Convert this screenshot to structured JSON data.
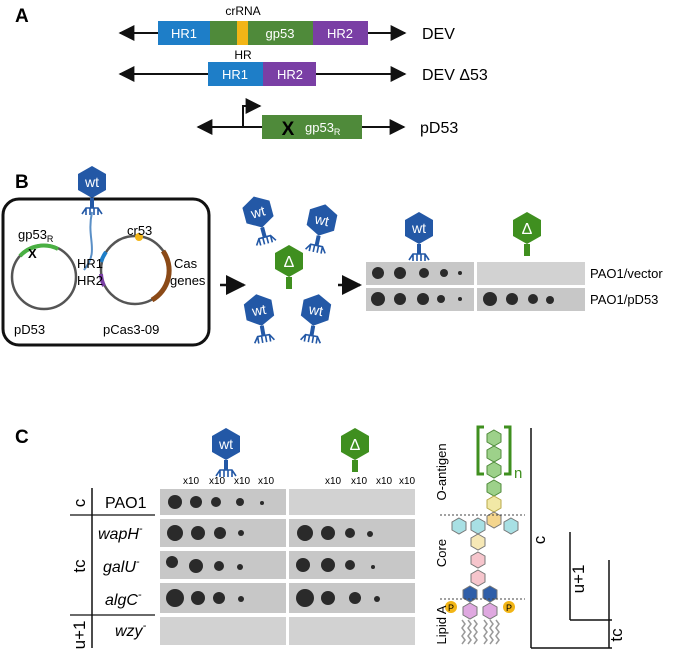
{
  "panel_a": {
    "letter": "A",
    "constructs": [
      {
        "name": "DEV",
        "segments": [
          "HR1",
          "gp53",
          "HR2"
        ],
        "crrna_label": "crRNA",
        "hr_label": "HR"
      },
      {
        "name": "DEV Δ53",
        "segments": [
          "HR1",
          "HR2"
        ]
      },
      {
        "name": "pD53",
        "gene_label": "gp53",
        "gene_subscript": "R",
        "mutation_mark": "X"
      }
    ]
  },
  "panel_b": {
    "letter": "B",
    "phage_wt": "wt",
    "phage_delta": "Δ",
    "plasmid_left": {
      "name": "pD53",
      "gene": "gp53",
      "gene_subscript": "R",
      "mark": "X"
    },
    "plasmid_right": {
      "name": "pCas3-09",
      "cr_label": "cr53",
      "cas_label_1": "Cas",
      "cas_label_2": "genes"
    },
    "hr_labels": [
      "HR1",
      "HR2"
    ],
    "plate_rows": [
      "PAO1/vector",
      "PAO1/pD53"
    ]
  },
  "panel_c": {
    "letter": "C",
    "phage_wt": "wt",
    "phage_delta": "Δ",
    "dilution": "x10",
    "groups": [
      {
        "label": "c",
        "strains": [
          "PAO1"
        ]
      },
      {
        "label": "tc",
        "strains": [
          "wapH",
          "galU",
          "algC"
        ]
      },
      {
        "label": "u+1",
        "strains": [
          "wzy"
        ]
      }
    ],
    "mutant_sup": "-",
    "lps": {
      "o_antigen": "O-antigen",
      "repeat": "n",
      "core": "Core",
      "lipid": "Lipid A",
      "phosphate": "P"
    },
    "brackets": [
      "c",
      "u+1",
      "tc"
    ]
  },
  "colors": {
    "hr1": "#1e7ec8",
    "gene": "#4f8a3a",
    "hr2": "#7a3fa5",
    "crrna": "#f2b516",
    "phage_wt": "#2358a6",
    "phage_delta": "#3f8f1f"
  }
}
